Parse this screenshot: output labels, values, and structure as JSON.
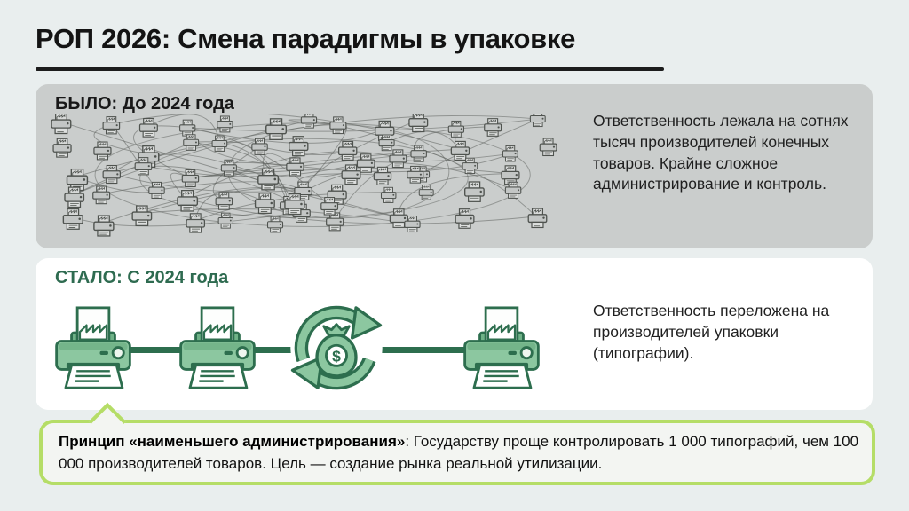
{
  "title": "РОП 2026: Смена парадигмы в упаковке",
  "panel_before": {
    "header": "БЫЛО: До 2024 года",
    "description": "Ответственность лежала на сотнях тысяч производителей конечных товаров. Крайне сложное администрирование и контроль.",
    "graphic_icon": "chaotic-network-of-printer-icons"
  },
  "panel_after": {
    "header": "СТАЛО: С 2024 года",
    "description": "Ответственность переложена на производителей упаковки (типографии).",
    "icons": [
      "printer-icon",
      "printer-icon",
      "money-recycle-icon",
      "printer-icon"
    ]
  },
  "callout": {
    "lead": "Принцип «наименьшего администрирования»",
    "rest": ": Государству проще контролировать 1 000 типографий, чем 100 000 производителей товаров. Цель — создание рынка реальной утилизации."
  },
  "colors": {
    "background": "#e9eeee",
    "panel_before_bg": "#cacdcc",
    "panel_after_bg": "#ffffff",
    "green_dark": "#2d6e4e",
    "green_mid": "#8cc7a0",
    "callout_border": "#b5dd67",
    "title_text": "#141414"
  }
}
